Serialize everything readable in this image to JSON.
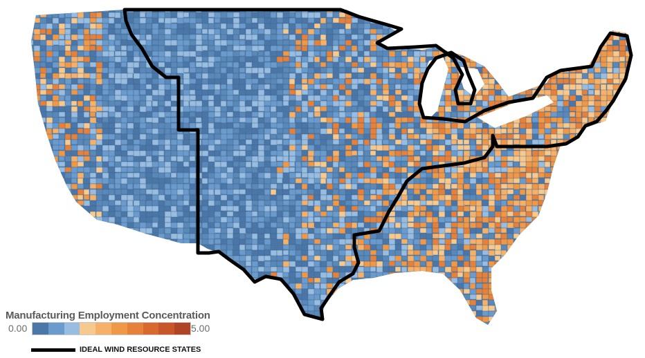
{
  "legend": {
    "title": "Manufacturing Employment Concentration",
    "min_label": "0.00",
    "max_label": "5.00",
    "colors": [
      "#4a77a8",
      "#6b9bcc",
      "#98bde0",
      "#f7c98f",
      "#f5b06a",
      "#ef9848",
      "#e5813a",
      "#d86a30",
      "#c9562a",
      "#b04525"
    ]
  },
  "overlay_key": {
    "label": "IDEAL WIND RESOURCE STATES",
    "color": "#000000"
  },
  "map": {
    "land_colors": [
      "#4a77a8",
      "#5a88b8",
      "#6b9bcc",
      "#98bde0",
      "#f7c98f",
      "#f5b06a",
      "#ef9848",
      "#e5813a"
    ],
    "border_color": "#000000"
  }
}
